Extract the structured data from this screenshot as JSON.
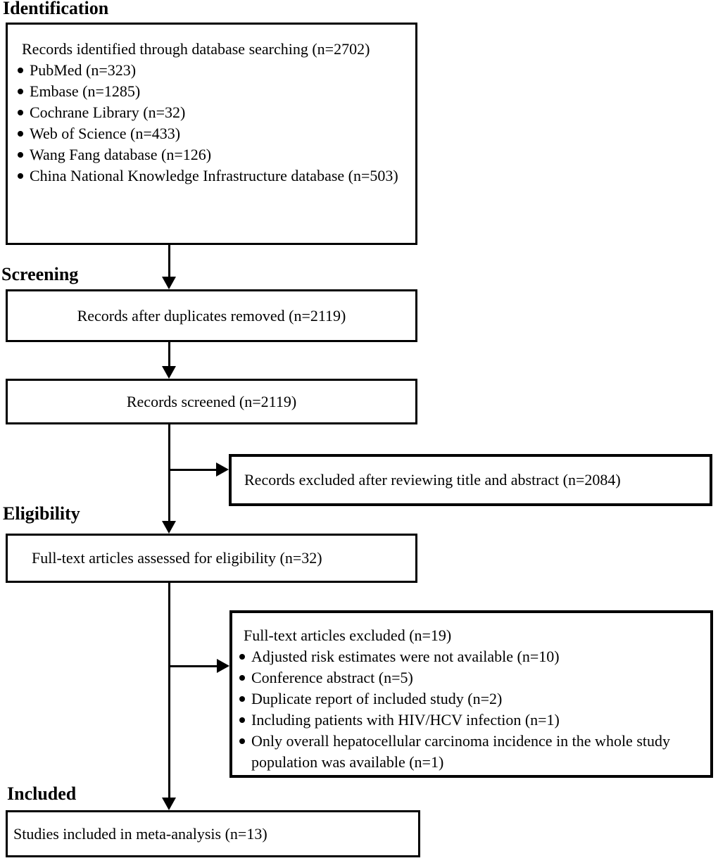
{
  "diagram": {
    "type": "prisma-flowchart",
    "accent_color": "#000000",
    "background_color": "#ffffff"
  },
  "sections": {
    "identification": {
      "heading": "Identification"
    },
    "screening": {
      "heading": "Screening"
    },
    "eligibility": {
      "heading": "Eligibility"
    },
    "included": {
      "heading": "Included"
    }
  },
  "boxes": {
    "records_identified": {
      "title": "Records identified through database searching (n=2702)",
      "bullets": [
        "PubMed (n=323)",
        "Embase (n=1285)",
        "Cochrane Library (n=32)",
        "Web of Science (n=433)",
        "Wang Fang database (n=126)",
        "China National Knowledge Infrastructure database (n=503)"
      ]
    },
    "duplicates_removed": {
      "label": "Records after duplicates removed (n=2119)"
    },
    "records_screened": {
      "label": "Records screened (n=2119)"
    },
    "records_excluded": {
      "label": "Records excluded after reviewing title and abstract (n=2084)"
    },
    "fulltext_assessed": {
      "label": "Full-text articles assessed for eligibility (n=32)"
    },
    "fulltext_excluded": {
      "title": "Full-text articles excluded (n=19)",
      "bullets": [
        "Adjusted risk estimates were not available (n=10)",
        "Conference abstract (n=5)",
        "Duplicate report of included study (n=2)",
        "Including patients with HIV/HCV infection (n=1)",
        "Only overall hepatocellular carcinoma incidence in the whole study population was available (n=1)"
      ]
    },
    "studies_included": {
      "label": "Studies included in meta-analysis (n=13)"
    }
  }
}
